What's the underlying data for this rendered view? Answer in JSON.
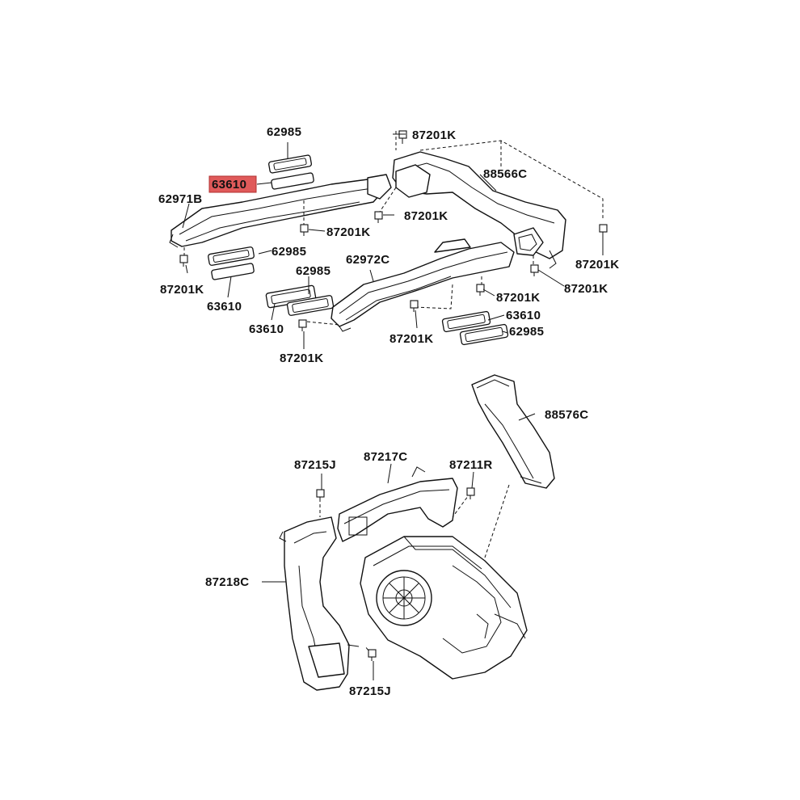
{
  "highlight_color": "#e05a5a",
  "labels": {
    "l62985_a": "62985",
    "l63610_a": "63610",
    "l62971b": "62971B",
    "l87201k_a": "87201K",
    "l87201k_b": "87201K",
    "l62985_b": "62985",
    "l87201k_c": "87201K",
    "l63610_b": "63610",
    "l62985_c": "62985",
    "l63610_c": "63610",
    "l87201k_d": "87201K",
    "l62972c": "62972C",
    "l87201k_e": "87201K",
    "l87201k_f": "87201K",
    "l88566c": "88566C",
    "l87201k_g": "87201K",
    "l87201k_h": "87201K",
    "l87201k_i": "87201K",
    "l63610_d": "63610",
    "l62985_d": "62985",
    "l88576c": "88576C",
    "l87215j_a": "87215J",
    "l87217c": "87217C",
    "l87211r": "87211R",
    "l87218c": "87218C",
    "l87215j_b": "87215J"
  }
}
